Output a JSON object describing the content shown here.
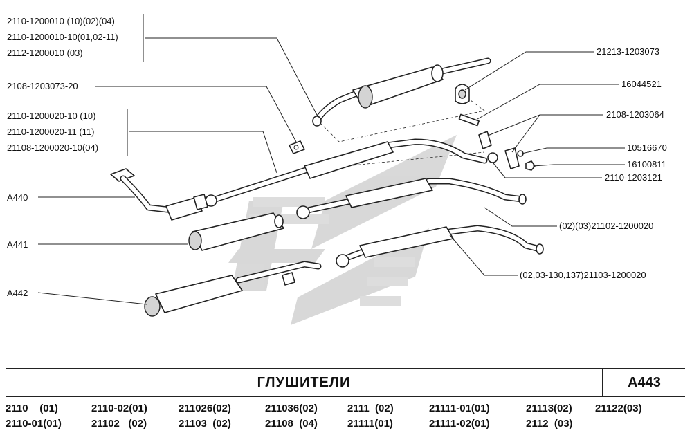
{
  "callouts": {
    "top_left": [
      "2110-1200010   (10)(02)(04)",
      "2110-1200010-10(01,02-11)",
      "2112-1200010                (03)"
    ],
    "gasket_left": "2108-1203073-20",
    "mid_left": [
      "2110-1200020-10  (10)",
      "2110-1200020-11  (11)",
      "21108-1200020-10(04)"
    ],
    "a440": "A440",
    "a441": "A441",
    "a442": "A442",
    "right": [
      "21213-1203073",
      "16044521",
      "2108-1203064",
      "10516670",
      "16100811",
      "2110-1203121",
      "(02)(03)21102-1200020",
      "(02,03-130,137)21103-1200020"
    ]
  },
  "title": "ГЛУШИТЕЛИ",
  "code": "А443",
  "models": {
    "row1": [
      "2110    (01)",
      "2110-02(01)",
      "211026(02)",
      "211036(02)",
      "2111  (02)",
      "21111-01(01)",
      "21113(02)",
      "21122(03)"
    ],
    "row2": [
      "2110-01(01)",
      "21102   (02)",
      "21103  (02)",
      "21108  (04)",
      "21111(01)",
      "21111-02(01)",
      "2112  (03)"
    ]
  }
}
